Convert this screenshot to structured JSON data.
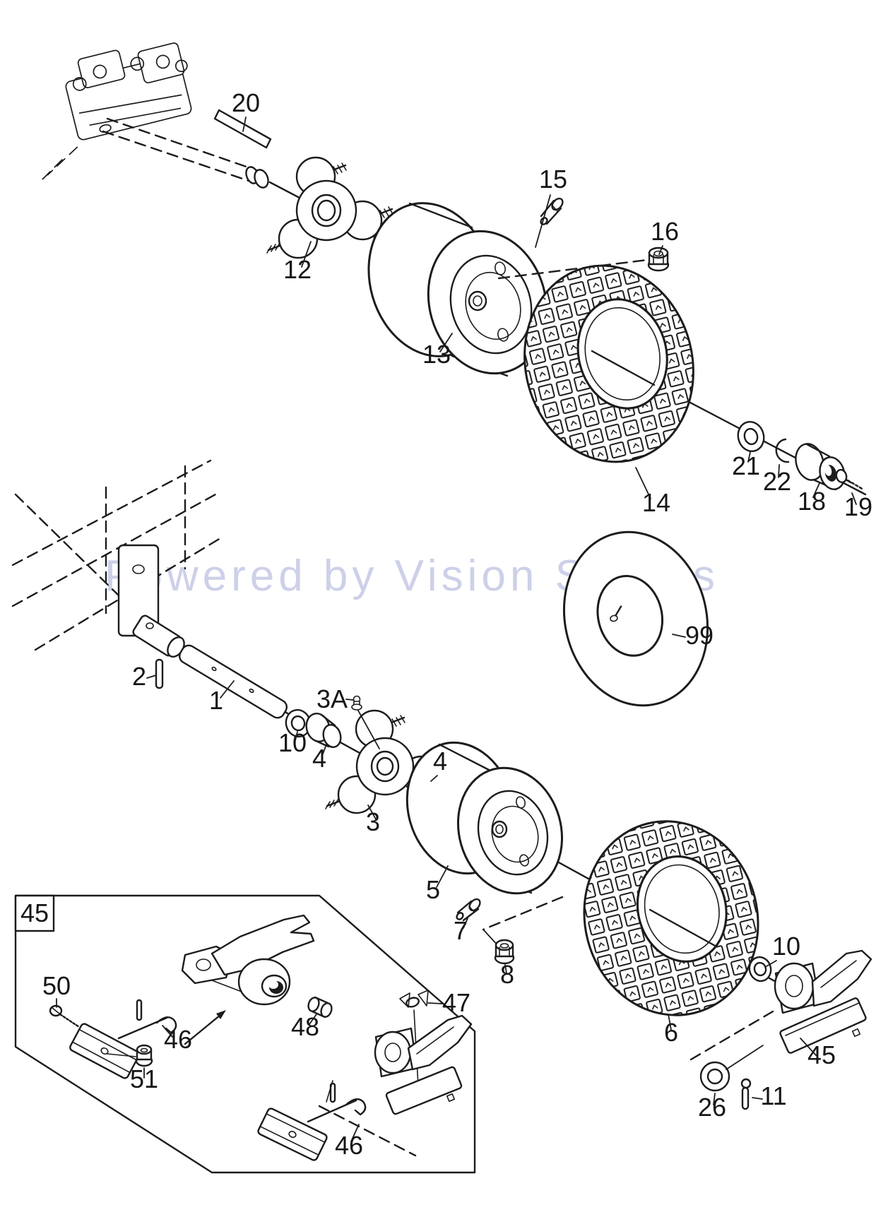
{
  "watermark": {
    "text": "Powered by Vision Spares",
    "color": "#c8cce6"
  },
  "colors": {
    "line": "#1c1c1c",
    "background": "#ffffff"
  },
  "parts": {
    "upper": {
      "woodruff_key": "20",
      "wheel_hub": "12",
      "valve_stem": "15",
      "flange_nut": "16",
      "rim": "13",
      "tire": "14",
      "washer": "21",
      "retaining_clip": "22",
      "hub_cap": "18",
      "cap_screw": "19"
    },
    "lower": {
      "roll_pin": "2",
      "axle_shaft": "1",
      "washer_inner": "10",
      "bushing_inner": "4",
      "grease_fitting": "3A",
      "wheel_hub": "3",
      "bushing_outer": "4",
      "rim": "5",
      "valve_stem": "7",
      "flange_nut": "8",
      "inner_tube": "99",
      "tire": "6",
      "washer_outer": "10",
      "brake_assembly": "45",
      "brake_washer": "26",
      "cotter_pin": "11"
    },
    "inset": {
      "box_label": "45",
      "screw": "50",
      "anchor_rod_upper": "46",
      "lock_nut": "51",
      "bushing": "48",
      "wing_clip": "47",
      "anchor_rod_lower": "46"
    }
  }
}
